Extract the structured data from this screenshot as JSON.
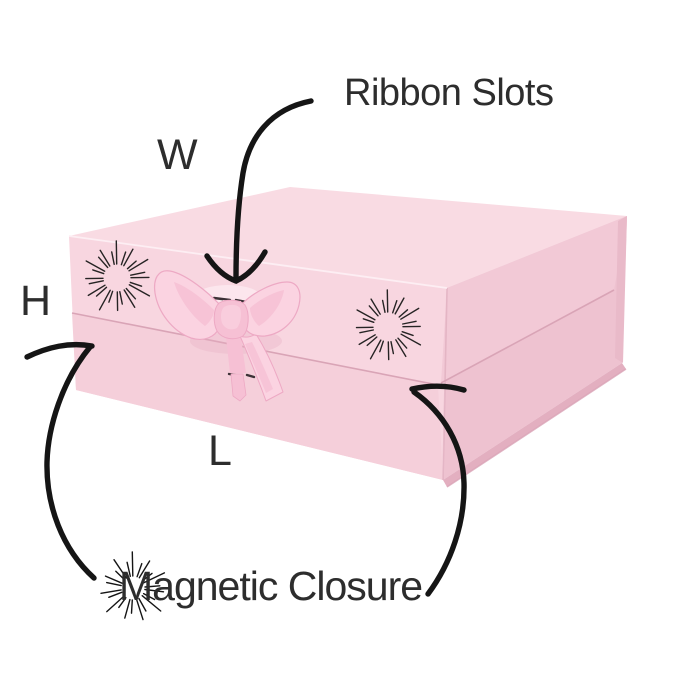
{
  "labels": {
    "ribbon_slots": "Ribbon Slots",
    "width_letter": "W",
    "height_letter": "H",
    "length_letter": "L",
    "magnetic_closure": "Magnetic Closure"
  },
  "icons": {
    "magnetic_closure_icon": "sunburst-icon",
    "box_decoration_left": "sunburst-icon",
    "box_decoration_right": "sunburst-icon",
    "annotation_style": "hand-drawn-curved-arrow"
  },
  "colors": {
    "background": "#ffffff",
    "box_top": "#f9dbe3",
    "box_front": "#f8d6e0",
    "box_front_base": "#f5cfda",
    "box_side_upper": "#f2c9d6",
    "box_side_lower": "#eec2d0",
    "box_side_strip": "#e9bac9",
    "box_bottom": "#e3afc0",
    "seam": "#d9a4b6",
    "edge_highlight": "#fdeef3",
    "ribbon": "#fbd3e1",
    "ribbon_mid": "#f6c0d4",
    "ribbon_shadow": "#eda9c4",
    "slit": "#3c3136",
    "ink": "#151515",
    "text": "#2d2d2d"
  }
}
